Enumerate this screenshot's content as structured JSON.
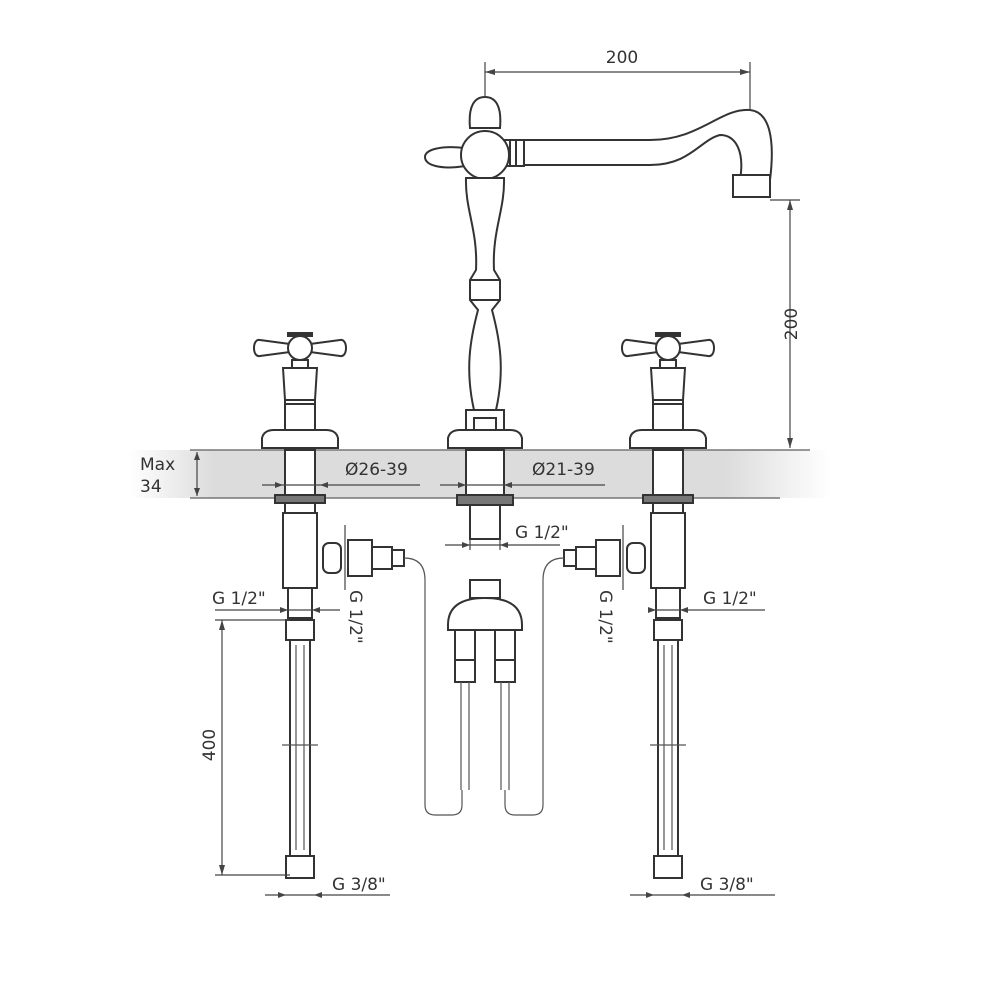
{
  "dimensions": {
    "spout_reach": "200",
    "spout_height": "200",
    "max_thickness_line1": "Max",
    "max_thickness_line2": "34",
    "hole_left": "Ø26-39",
    "hole_center": "Ø21-39",
    "center_thread": "G 1/2\"",
    "left_outlet_thread": "G 1/2\"",
    "left_side_thread": "G 1/2\"",
    "right_outlet_thread": "G 1/2\"",
    "right_side_thread": "G 1/2\"",
    "hose_length": "400",
    "left_hose_thread": "G 3/8\"",
    "right_hose_thread": "G 3/8\""
  },
  "colors": {
    "line": "#333333",
    "countertop": "#d9d9d9"
  }
}
